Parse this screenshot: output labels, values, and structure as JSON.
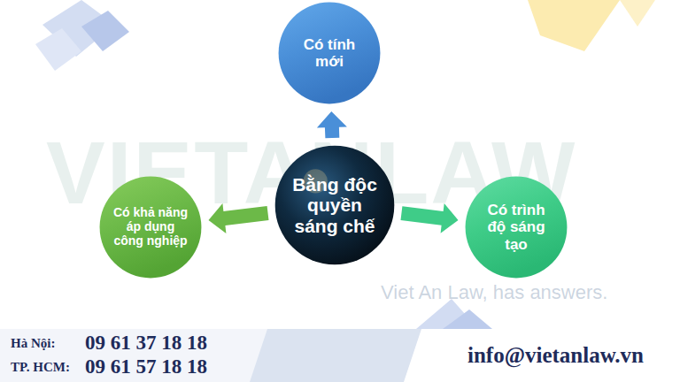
{
  "diagram": {
    "nodes": [
      {
        "text": [
          "Bằng độc quyền sáng chế"
        ]
      },
      {
        "text": [
          "Có tính mới"
        ]
      },
      {
        "text": [
          "Có khả năng áp dụng công nghiệp"
        ]
      },
      {
        "text": [
          "Có trình độ sáng tạo"
        ]
      }
    ],
    "edges": [
      {
        "from": 0,
        "to": 1,
        "arrow": "to"
      },
      {
        "from": 0,
        "to": 2,
        "arrow": "to"
      },
      {
        "from": 0,
        "to": 3,
        "arrow": "to"
      }
    ],
    "labels": [
      "VIETANLAW",
      "Viet An Law, has answers.",
      "Hà Nội:",
      "09 61 37 18 18",
      "TP. HCM:",
      "09 61 57 18 18",
      "info@vietanlaw.vn"
    ]
  }
}
